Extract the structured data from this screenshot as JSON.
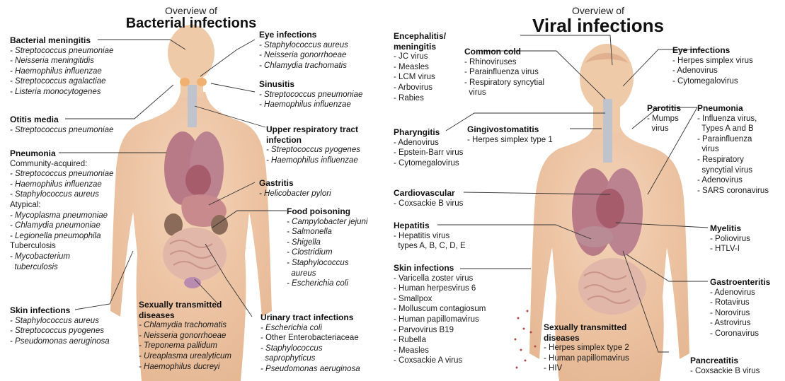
{
  "bacterial": {
    "overview": "Overview of",
    "title": "Bacterial infections",
    "meningitis": {
      "title": "Bacterial meningitis",
      "items": [
        "- Streptococcus pneumoniae",
        "- Neisseria meningitidis",
        "- Haemophilus influenzae",
        "- Streptococcus agalactiae",
        "- Listeria monocytogenes"
      ]
    },
    "eye": {
      "title": "Eye infections",
      "items": [
        "- Staphylococcus aureus",
        "- Neisseria gonorrhoeae",
        "- Chlamydia trachomatis"
      ]
    },
    "sinusitis": {
      "title": "Sinusitis",
      "items": [
        "- Streptococcus pneumoniae",
        "- Haemophilus influenzae"
      ]
    },
    "otitis": {
      "title": "Otitis media",
      "items": [
        "- Streptococcus pneumoniae"
      ]
    },
    "upper_resp": {
      "title_lines": [
        "Upper respiratory tract",
        "infection"
      ],
      "items": [
        "- Streptococcus pyogenes",
        "- Haemophilus influenzae"
      ]
    },
    "pneumonia": {
      "title": "Pneumonia",
      "community_label": "Community-acquired:",
      "community_items": [
        "- Streptococcus pneumoniae",
        "- Haemophilus influenzae",
        "- Staphylococcus aureus"
      ],
      "atypical_label": "Atypical:",
      "atypical_items": [
        "- Mycoplasma pneumoniae",
        "- Chlamydia pneumoniae",
        "- Legionella pneumophila"
      ],
      "tb_label": "Tuberculosis",
      "tb_items": [
        "- Mycobacterium",
        "  tuberculosis"
      ]
    },
    "gastritis": {
      "title": "Gastritis",
      "items": [
        "- Helicobacter pylori"
      ]
    },
    "food": {
      "title": "Food poisoning",
      "items": [
        "- Campylobacter jejuni",
        "- Salmonella",
        "- Shigella",
        "- Clostridium",
        "- Staphylococcus",
        "  aureus",
        "- Escherichia coli"
      ]
    },
    "skin": {
      "title": "Skin infections",
      "items": [
        "- Staphylococcus aureus",
        "- Streptococcus pyogenes",
        "- Pseudomonas aeruginosa"
      ]
    },
    "std": {
      "title_lines": [
        "Sexually transmitted",
        "diseases"
      ],
      "items": [
        "- Chlamydia trachomatis",
        "- Neisseria gonorrhoeae",
        "- Treponema pallidum",
        "- Ureaplasma urealyticum",
        "- Haemophilus ducreyi"
      ]
    },
    "uti": {
      "title": "Urinary tract infections",
      "items": [
        "- Escherichia coli",
        "- Other Enterobacteriaceae",
        "- Staphylococcus",
        "  saprophyticus",
        "- Pseudomonas aeruginosa"
      ],
      "plain_item": "- Other Enterobacteriaceae"
    }
  },
  "viral": {
    "overview": "Overview of",
    "title": "Viral infections",
    "encephalitis": {
      "title_lines": [
        "Encephalitis/",
        "meningitis"
      ],
      "items": [
        "- JC virus",
        "- Measles",
        "- LCM virus",
        "- Arbovirus",
        "- Rabies"
      ]
    },
    "common_cold": {
      "title": "Common cold",
      "items": [
        "- Rhinoviruses",
        "- Parainfluenza virus",
        "- Respiratory syncytial",
        "  virus"
      ]
    },
    "eye": {
      "title": "Eye infections",
      "items": [
        "- Herpes simplex virus",
        "- Adenovirus",
        "- Cytomegalovirus"
      ]
    },
    "pharyngitis": {
      "title": "Pharyngitis",
      "items": [
        "- Adenovirus",
        "- Epstein-Barr virus",
        "- Cytomegalovirus"
      ]
    },
    "gingivo": {
      "title": "Gingivostomatitis",
      "items": [
        "- Herpes simplex type 1"
      ]
    },
    "parotitis": {
      "title": "Parotitis",
      "items": [
        "- Mumps",
        "  virus"
      ]
    },
    "pneumonia": {
      "title": "Pneumonia",
      "items": [
        "- Influenza virus,",
        "  Types A and B",
        "- Parainfluenza",
        "  virus",
        "- Respiratory",
        "  syncytial virus",
        "- Adenovirus",
        "- SARS coronavirus"
      ]
    },
    "cardio": {
      "title": "Cardiovascular",
      "items": [
        "- Coxsackie B virus"
      ]
    },
    "hepatitis": {
      "title": "Hepatitis",
      "items": [
        "- Hepatitis virus",
        "  types A, B, C, D, E"
      ]
    },
    "myelitis": {
      "title": "Myelitis",
      "items": [
        "- Poliovirus",
        "- HTLV-I"
      ]
    },
    "skin": {
      "title": "Skin infections",
      "items": [
        "- Varicella zoster virus",
        "- Human herpesvirus 6",
        "- Smallpox",
        "- Molluscum contagiosum",
        "- Human papillomavirus",
        "- Parvovirus B19",
        "- Rubella",
        "- Measles",
        "- Coxsackie A virus"
      ]
    },
    "gastro": {
      "title": "Gastroenteritis",
      "items": [
        "- Adenovirus",
        "- Rotavirus",
        "- Norovirus",
        "- Astrovirus",
        "- Coronavirus"
      ]
    },
    "std": {
      "title_lines": [
        "Sexually transmitted",
        "diseases"
      ],
      "items": [
        "- Herpes simplex type 2",
        "- Human papillomavirus",
        "- HIV"
      ]
    },
    "pancreatitis": {
      "title": "Pancreatitis",
      "items": [
        "- Coxsackie B virus"
      ]
    }
  },
  "colors": {
    "skin": "#f0c8a8",
    "organ": "#c98a8e",
    "lung": "#b77a86",
    "intestine": "#e0b7a8",
    "liver": "#8a6a58",
    "trachea": "#b9bec6",
    "line": "#333333"
  }
}
